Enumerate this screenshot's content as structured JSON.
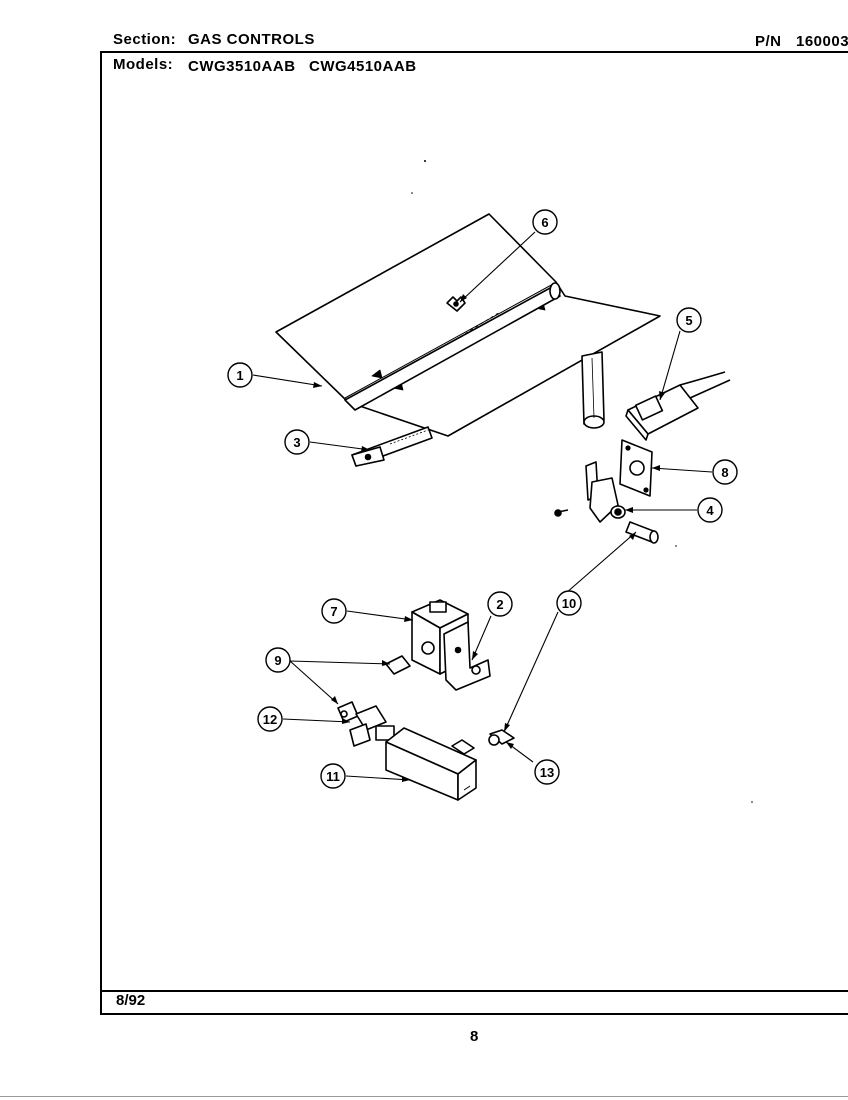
{
  "header": {
    "section_label": "Section:",
    "section_value": "GAS CONTROLS",
    "pn_label": "P/N",
    "pn_value": "160003",
    "models_label": "Models:",
    "models": [
      "CWG3510AAB",
      "CWG4510AAB"
    ]
  },
  "footer": {
    "date": "8/92",
    "page_number": "8"
  },
  "callouts": [
    {
      "id": "callout-1",
      "label": "1"
    },
    {
      "id": "callout-2",
      "label": "2"
    },
    {
      "id": "callout-3",
      "label": "3"
    },
    {
      "id": "callout-4",
      "label": "4"
    },
    {
      "id": "callout-5",
      "label": "5"
    },
    {
      "id": "callout-6",
      "label": "6"
    },
    {
      "id": "callout-7",
      "label": "7"
    },
    {
      "id": "callout-8",
      "label": "8"
    },
    {
      "id": "callout-9",
      "label": "9"
    },
    {
      "id": "callout-10",
      "label": "10"
    },
    {
      "id": "callout-11",
      "label": "11"
    },
    {
      "id": "callout-12",
      "label": "12"
    },
    {
      "id": "callout-13",
      "label": "13"
    }
  ]
}
